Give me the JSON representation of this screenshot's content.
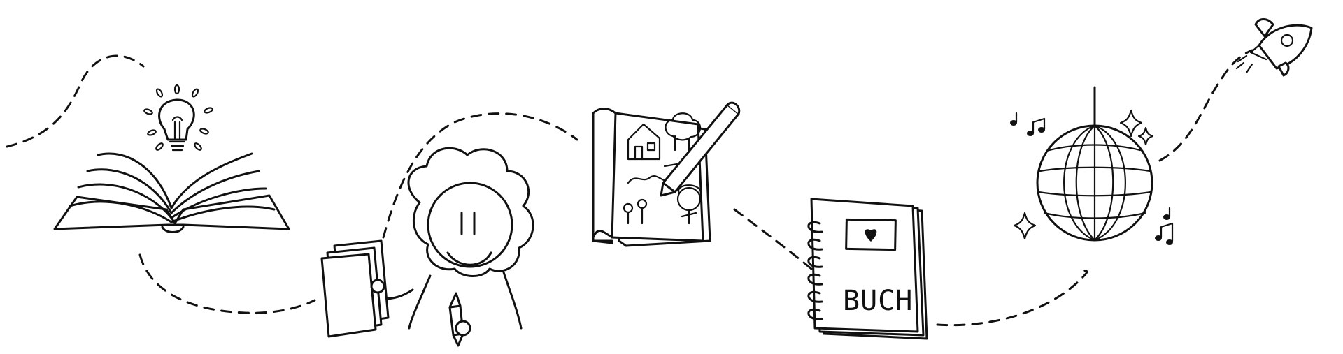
{
  "doodles": [
    {
      "name": "open-book-with-lightbulb",
      "icon": "lightbulb-icon"
    },
    {
      "name": "child-with-papers-and-pencil",
      "icon": "child-icon"
    },
    {
      "name": "sketchbook-drawing",
      "icon": "sketchbook-icon"
    },
    {
      "name": "spiral-notebook",
      "icon": "notebook-icon",
      "label": "BUCH"
    },
    {
      "name": "disco-ball",
      "icon": "disco-ball-icon"
    },
    {
      "name": "rocket",
      "icon": "rocket-icon"
    }
  ],
  "colors": {
    "ink": "#111111",
    "background": "#ffffff"
  }
}
